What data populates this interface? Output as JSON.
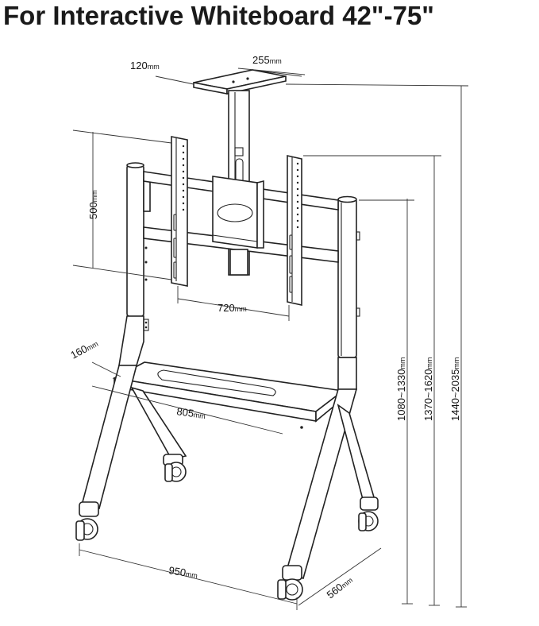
{
  "title": "For Interactive Whiteboard 42\"-75\"",
  "dimensions": {
    "top_plate_depth": {
      "value": "120",
      "unit": "mm"
    },
    "top_plate_width": {
      "value": "255",
      "unit": "mm"
    },
    "vesa_vertical": {
      "value": "500",
      "unit": "mm"
    },
    "vesa_horizontal": {
      "value": "720",
      "unit": "mm"
    },
    "shelf_depth": {
      "value": "160",
      "unit": "mm"
    },
    "shelf_width": {
      "value": "805",
      "unit": "mm"
    },
    "base_width": {
      "value": "950",
      "unit": "mm"
    },
    "base_depth": {
      "value": "560",
      "unit": "mm"
    },
    "height_shelf": {
      "value": "1080~1330",
      "unit": "mm"
    },
    "height_mount": {
      "value": "1370~1620",
      "unit": "mm"
    },
    "height_total": {
      "value": "1440~2035",
      "unit": "mm"
    }
  }
}
